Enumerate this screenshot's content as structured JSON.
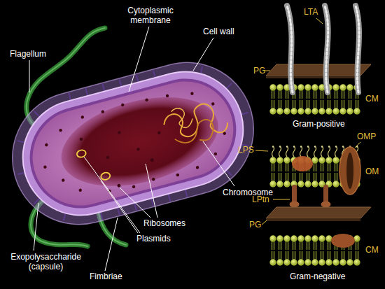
{
  "diagram": {
    "labels": [
      "Cytoplasmic membrane",
      "Cell wall",
      "Flagellum",
      "Chromosome",
      "Ribosomes",
      "Plasmids",
      "Exopolysaccharide (capsule)",
      "Fimbriae",
      "LTA",
      "PG",
      "CM",
      "Gram-positive",
      "LPS",
      "OMP",
      "OM",
      "LPtn",
      "PG",
      "CM",
      "Gram-negative"
    ]
  }
}
